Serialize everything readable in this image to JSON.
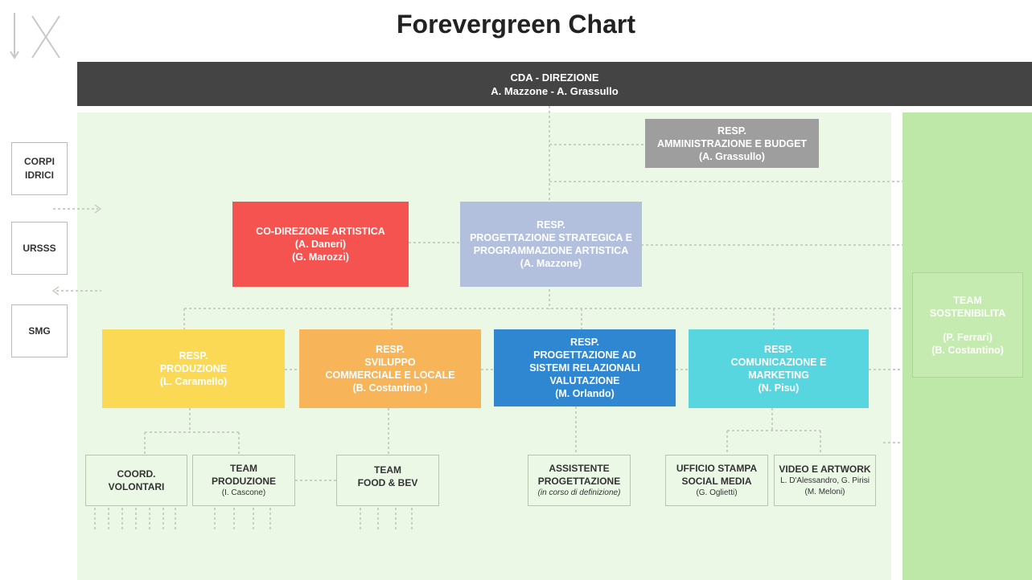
{
  "title": "Forevergreen Chart",
  "top": {
    "line1": "CDA - DIREZIONE",
    "line2": "A. Mazzone - A. Grassullo"
  },
  "side": [
    {
      "l1": "CORPI",
      "l2": "IDRICI"
    },
    {
      "l1": "URSSS"
    },
    {
      "l1": "SMG"
    }
  ],
  "admin": {
    "l1": "RESP.",
    "l2": "AMMINISTRAZIONE E BUDGET",
    "l3": "(A. Grassullo)"
  },
  "codir": {
    "l1": "CO-DIREZIONE ARTISTICA",
    "l2": "(A. Daneri)",
    "l3": "(G. Marozzi)"
  },
  "strat": {
    "l1": "RESP.",
    "l2": "PROGETTAZIONE STRATEGICA E",
    "l3": "PROGRAMMAZIONE ARTISTICA",
    "l4": "(A. Mazzone)"
  },
  "team_sost": {
    "l1": "TEAM",
    "l2": "SOSTENIBILITA",
    "l3": "(P. Ferrari)",
    "l4": "(B. Costantino)"
  },
  "prod": {
    "l1": "RESP.",
    "l2": "PRODUZIONE",
    "l3": "(L. Caramello)"
  },
  "svil": {
    "l1": "RESP.",
    "l2": "SVILUPPO",
    "l3": "COMMERCIALE E LOCALE",
    "l4": "(B. Costantino )"
  },
  "rel": {
    "l1": "RESP.",
    "l2": "PROGETTAZIONE AD",
    "l3": "SISTEMI RELAZIONALI",
    "l4": "VALUTAZIONE",
    "l5": "(M. Orlando)"
  },
  "com": {
    "l1": "RESP.",
    "l2": "COMUNICAZIONE E",
    "l3": "MARKETING",
    "l4": "(N. Pisu)"
  },
  "coord": {
    "l1": "COORD.",
    "l2": "VOLONTARI"
  },
  "tprod": {
    "l1": "TEAM",
    "l2": "PRODUZIONE",
    "l3": "(I. Cascone)"
  },
  "food": {
    "l1": "TEAM",
    "l2": "FOOD & BEV"
  },
  "assist": {
    "l1": "ASSISTENTE",
    "l2": "PROGETTAZIONE",
    "l3": "(in corso di definizione)"
  },
  "uff": {
    "l1": "UFFICIO STAMPA",
    "l2": "SOCIAL MEDIA",
    "l3": "(G. Oglietti)"
  },
  "video": {
    "l1": "VIDEO E ARTWORK",
    "l2": "L. D'Alessandro, G. Pirisi",
    "l3": "(M. Meloni)"
  },
  "colors": {
    "topbar": "#444444",
    "admin": "#9e9e9e",
    "codir": "#f4534f",
    "strat": "#b2c0de",
    "prod": "#fbd955",
    "svil": "#f7b459",
    "rel": "#2f86d1",
    "com": "#58d6e0",
    "bg_main": "#ebf8e6",
    "bg_right": "#bde8a8",
    "team_sost": "#c5ebb0"
  }
}
